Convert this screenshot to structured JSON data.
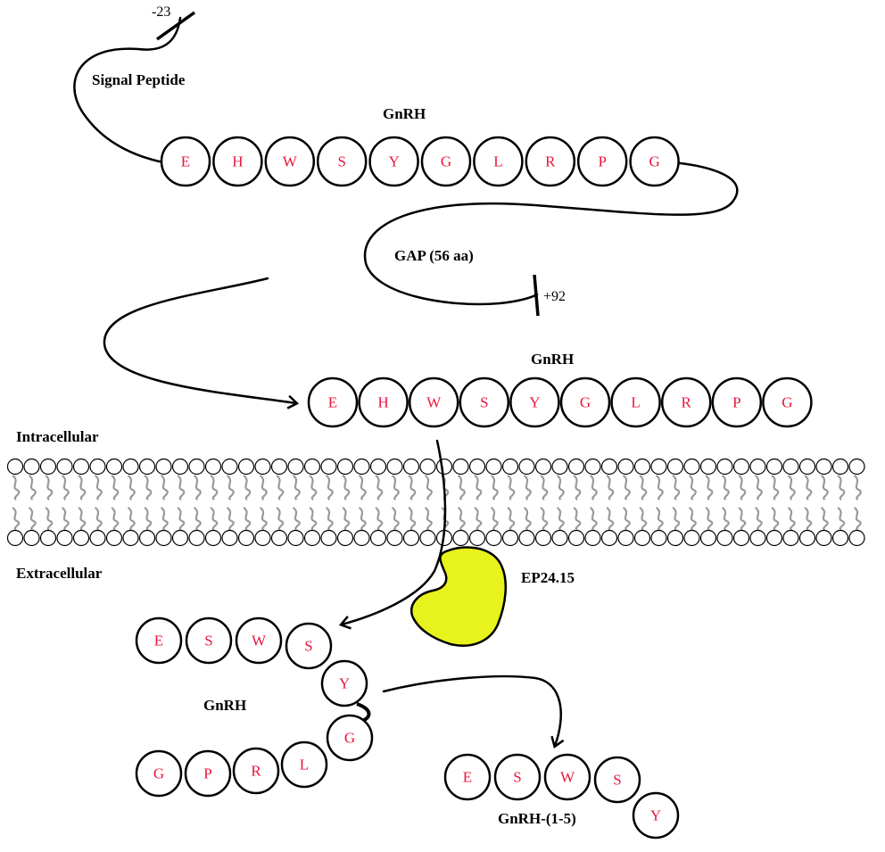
{
  "colors": {
    "residue": "#e8173a",
    "enzyme_fill": "#e8f21c",
    "lipid_tail": "#9a9a9a"
  },
  "labels": {
    "signal_peptide": "Signal Peptide",
    "start_position": "-23",
    "end_position": "+92",
    "gap": "GAP (56 aa)",
    "gnrh_precursor": "GnRH",
    "gnrh_processed": "GnRH",
    "gnrh_extracellular": "GnRH",
    "gnrh_fragment": "GnRH-(1-5)",
    "intracellular": "Intracellular",
    "extracellular": "Extracellular",
    "enzyme": "EP24.15"
  },
  "sequences": {
    "precursor": [
      "E",
      "H",
      "W",
      "S",
      "Y",
      "G",
      "L",
      "R",
      "P",
      "G"
    ],
    "processed": [
      "E",
      "H",
      "W",
      "S",
      "Y",
      "G",
      "L",
      "R",
      "P",
      "G"
    ],
    "extracellular_top": [
      "E",
      "S",
      "W",
      "S",
      "Y"
    ],
    "extracellular_bottom": [
      "G",
      "P",
      "R",
      "L",
      "G"
    ],
    "fragment": [
      "E",
      "S",
      "W",
      "S",
      "Y"
    ]
  }
}
